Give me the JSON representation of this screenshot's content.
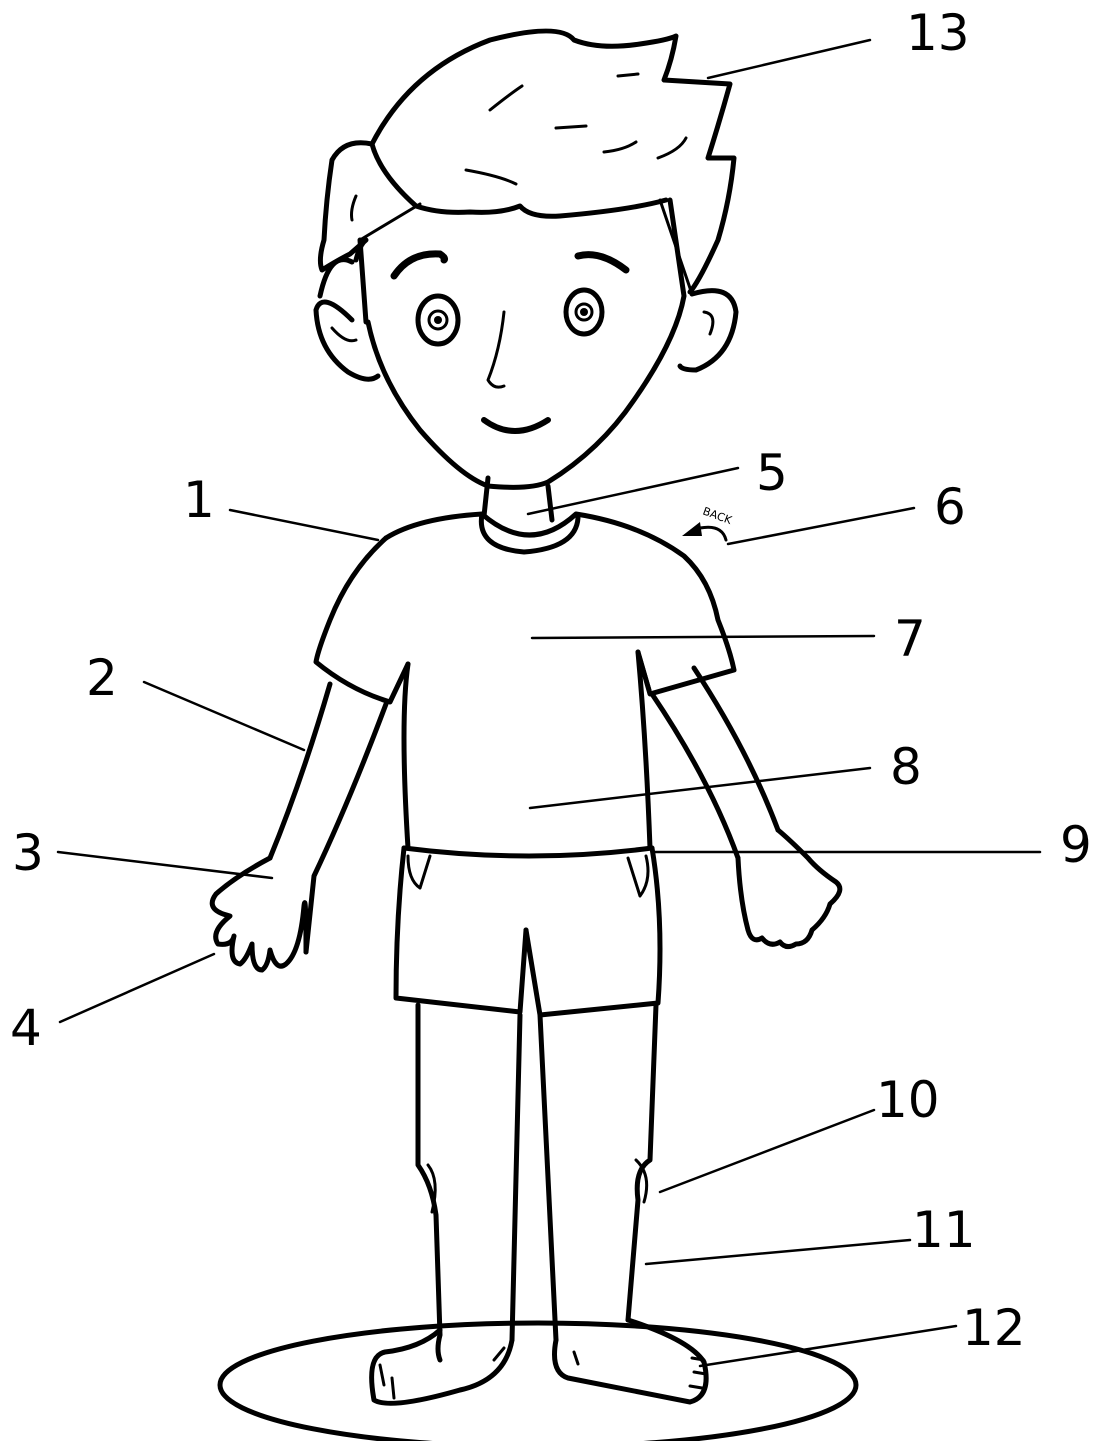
{
  "colors": {
    "ink": "#000000",
    "paper": "#ffffff"
  },
  "labels": {
    "l1": "1",
    "l2": "2",
    "l3": "3",
    "l4": "4",
    "l5": "5",
    "l6": "6",
    "l7": "7",
    "l8": "8",
    "l9": "9",
    "l10": "10",
    "l11": "11",
    "l12": "12",
    "l13": "13"
  },
  "annotations": {
    "back": "BACK"
  }
}
